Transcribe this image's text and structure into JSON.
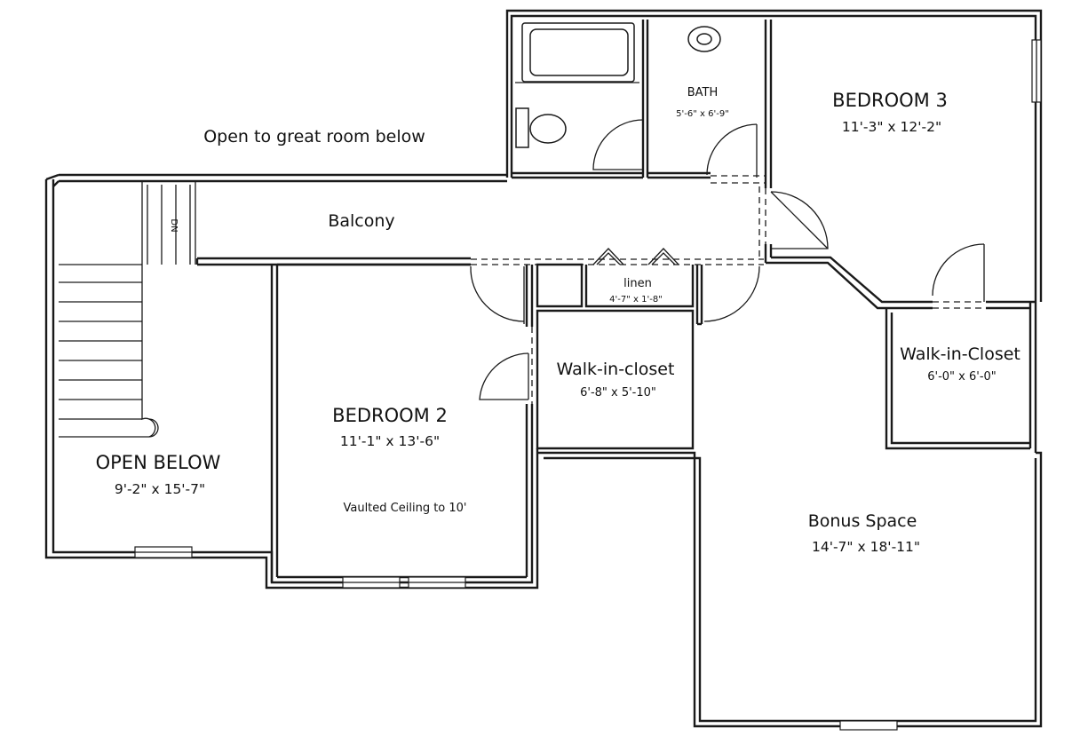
{
  "labels": {
    "open_to_great_room": "Open to great room below",
    "balcony": "Balcony",
    "stair_dn": "DN",
    "bath_name": "BATH",
    "bath_dim": "5'-6\" x 6'-9\"",
    "bed3_name": "BEDROOM 3",
    "bed3_dim": "11'-3\" x 12'-2\"",
    "linen_name": "linen",
    "linen_dim": "4'-7\" x 1'-8\"",
    "wic_left_name": "Walk-in-closet",
    "wic_left_dim": "6'-8\" x 5'-10\"",
    "wic_right_name": "Walk-in-Closet",
    "wic_right_dim": "6'-0\" x 6'-0\"",
    "bed2_name": "BEDROOM 2",
    "bed2_dim": "11'-1\" x 13'-6\"",
    "bed2_note": "Vaulted Ceiling to 10'",
    "open_below_name": "OPEN BELOW",
    "open_below_dim": "9'-2\" x 15'-7\"",
    "bonus_name": "Bonus Space",
    "bonus_dim": "14'-7\" x 18'-11\""
  },
  "colors": {
    "line": "#1a1a1a",
    "background": "#ffffff"
  }
}
